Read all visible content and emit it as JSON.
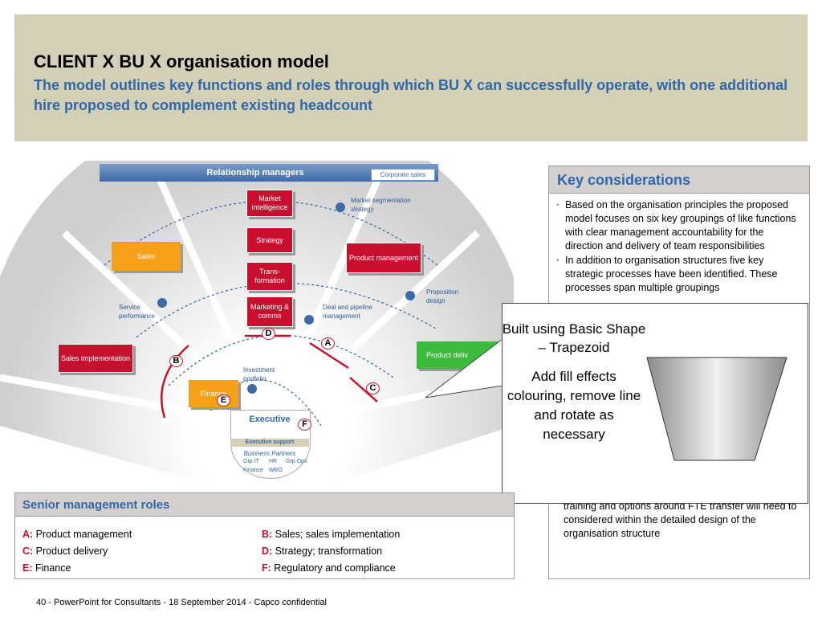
{
  "header": {
    "title": "CLIENT X BU X organisation model",
    "subtitle": "The model outlines key functions and roles through which BU X can successfully operate, with one additional hire proposed to complement existing headcount"
  },
  "diagram": {
    "relationship_managers": "Relationship managers",
    "corporate_sales": "Corporate sales",
    "boxes": {
      "market_intelligence": "Market intelligence",
      "strategy": "Strategy",
      "transformation": "Trans-formation",
      "marketing": "Marketing & comms",
      "sales": "Sales",
      "product_management": "Product management",
      "sales_implementation": "Sales implementation",
      "product_delivery": "Product deliv",
      "finance": "Finance"
    },
    "process_labels": {
      "market_segmentation": "Market segmentation strategy",
      "proposition_design": "Proposition design",
      "deal_pipeline": "Deal and pipeline management",
      "service_performance": "Service performance",
      "investment_portfolio": "Investment portfolio"
    },
    "letters": {
      "a": "A",
      "b": "B",
      "c": "C",
      "d": "D",
      "e": "E",
      "f": "F"
    },
    "executive": {
      "title": "Executive",
      "support": "Executive support",
      "partners": "Business Partners",
      "grp_it": "Grp IT",
      "hr": "HR",
      "grp_ops": "Grp Ops",
      "finance": "Finance",
      "wbo": "WBO"
    }
  },
  "key_considerations": {
    "title": "Key considerations",
    "bullets": [
      "Based on the organisation principles the proposed model focuses on six key groupings of like functions with clear management accountability for the direction and delivery of team responsibilities",
      "In addition to organisation structures five key strategic processes have been identified. These processes span multiple groupings"
    ],
    "tail": "capabilities within each of the groupings. Re-skilling, training and options around FTE transfer will need to considered within the detailed design of the organisation structure"
  },
  "callout": {
    "line1": "Built using Basic Shape – Trapezoid",
    "line2": "Add fill effects colouring, remove line and rotate as necessary"
  },
  "senior_roles": {
    "title": "Senior management roles",
    "roles": [
      {
        "key": "A:",
        "value": " Product management"
      },
      {
        "key": "B:",
        "value": " Sales; sales implementation"
      },
      {
        "key": "C:",
        "value": " Product delivery"
      },
      {
        "key": "D:",
        "value": " Strategy; transformation"
      },
      {
        "key": "E:",
        "value": " Finance"
      },
      {
        "key": "F:",
        "value": " Regulatory and compliance"
      }
    ]
  },
  "footer": "40 - PowerPoint for Consultants - 18 September 2014 - Capco confidential",
  "colors": {
    "accent_blue": "#2f68a8",
    "box_red": "#c8102e",
    "box_orange": "#f7a11a",
    "box_green": "#3cba3c"
  }
}
